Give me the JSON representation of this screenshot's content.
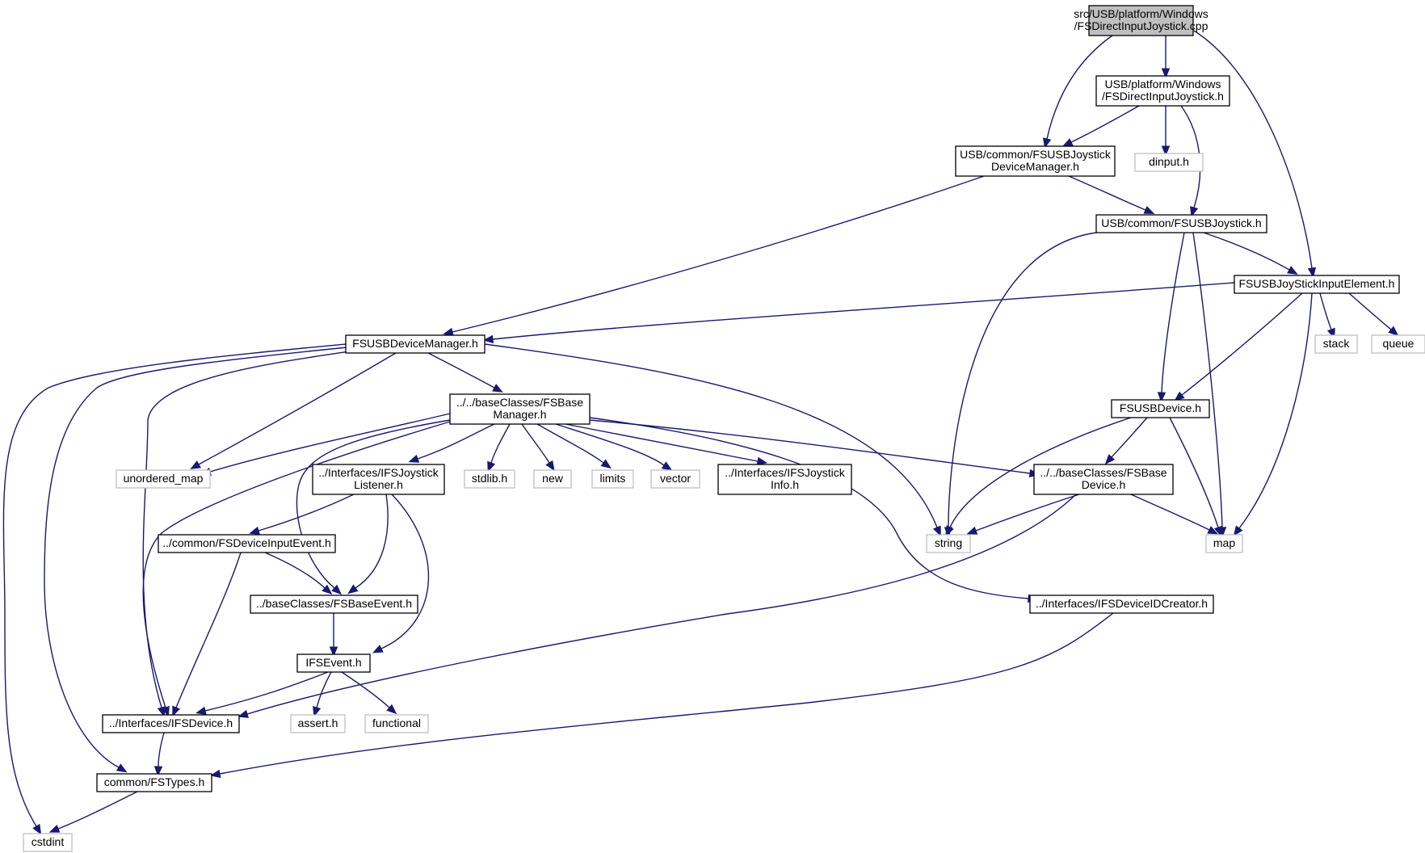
{
  "diagram": {
    "nodes": [
      {
        "id": "root",
        "kind": "root",
        "lines": [
          "src/USB/platform/Windows",
          "/FSDirectInputJoystick.cpp"
        ]
      },
      {
        "id": "dijh",
        "kind": "internal",
        "lines": [
          "USB/platform/Windows",
          "/FSDirectInputJoystick.h"
        ]
      },
      {
        "id": "jdm",
        "kind": "internal",
        "lines": [
          "USB/common/FSUSBJoystick",
          "DeviceManager.h"
        ]
      },
      {
        "id": "dinput",
        "kind": "external",
        "lines": [
          "dinput.h"
        ]
      },
      {
        "id": "usbj",
        "kind": "internal",
        "lines": [
          "USB/common/FSUSBJoystick.h"
        ]
      },
      {
        "id": "jie",
        "kind": "internal",
        "lines": [
          "FSUSBJoyStickInputElement.h"
        ]
      },
      {
        "id": "udm",
        "kind": "internal",
        "lines": [
          "FSUSBDeviceManager.h"
        ]
      },
      {
        "id": "stack",
        "kind": "external",
        "lines": [
          "stack"
        ]
      },
      {
        "id": "queue",
        "kind": "external",
        "lines": [
          "queue"
        ]
      },
      {
        "id": "bm",
        "kind": "internal",
        "lines": [
          "../../baseClasses/FSBase",
          "Manager.h"
        ]
      },
      {
        "id": "usbd",
        "kind": "internal",
        "lines": [
          "FSUSBDevice.h"
        ]
      },
      {
        "id": "umap",
        "kind": "external",
        "lines": [
          "unordered_map"
        ]
      },
      {
        "id": "ijl",
        "kind": "internal",
        "lines": [
          "../Interfaces/IFSJoystick",
          "Listener.h"
        ]
      },
      {
        "id": "stdlib",
        "kind": "external",
        "lines": [
          "stdlib.h"
        ]
      },
      {
        "id": "new",
        "kind": "external",
        "lines": [
          "new"
        ]
      },
      {
        "id": "limits",
        "kind": "external",
        "lines": [
          "limits"
        ]
      },
      {
        "id": "vector",
        "kind": "external",
        "lines": [
          "vector"
        ]
      },
      {
        "id": "iji",
        "kind": "internal",
        "lines": [
          "../Interfaces/IFSJoystick",
          "Info.h"
        ]
      },
      {
        "id": "bd",
        "kind": "internal",
        "lines": [
          "../../baseClasses/FSBase",
          "Device.h"
        ]
      },
      {
        "id": "die",
        "kind": "internal",
        "lines": [
          "../common/FSDeviceInputEvent.h"
        ]
      },
      {
        "id": "string",
        "kind": "external",
        "lines": [
          "string"
        ]
      },
      {
        "id": "map",
        "kind": "external",
        "lines": [
          "map"
        ]
      },
      {
        "id": "be",
        "kind": "internal",
        "lines": [
          "../baseClasses/FSBaseEvent.h"
        ]
      },
      {
        "id": "idc",
        "kind": "internal",
        "lines": [
          "../Interfaces/IFSDeviceIDCreator.h"
        ]
      },
      {
        "id": "ifse",
        "kind": "internal",
        "lines": [
          "IFSEvent.h"
        ]
      },
      {
        "id": "ifsd",
        "kind": "internal",
        "lines": [
          "../Interfaces/IFSDevice.h"
        ]
      },
      {
        "id": "assert",
        "kind": "external",
        "lines": [
          "assert.h"
        ]
      },
      {
        "id": "functional",
        "kind": "external",
        "lines": [
          "functional"
        ]
      },
      {
        "id": "types",
        "kind": "internal",
        "lines": [
          "common/FSTypes.h"
        ]
      },
      {
        "id": "cstdint",
        "kind": "external",
        "lines": [
          "cstdint"
        ]
      }
    ],
    "edges": [
      {
        "from": "root",
        "to": "dijh"
      },
      {
        "from": "root",
        "to": "jdm"
      },
      {
        "from": "root",
        "to": "jie"
      },
      {
        "from": "dijh",
        "to": "jdm"
      },
      {
        "from": "dijh",
        "to": "dinput"
      },
      {
        "from": "dijh",
        "to": "usbj"
      },
      {
        "from": "jdm",
        "to": "usbj"
      },
      {
        "from": "jdm",
        "to": "udm"
      },
      {
        "from": "usbj",
        "to": "jie"
      },
      {
        "from": "usbj",
        "to": "string"
      },
      {
        "from": "usbj",
        "to": "usbd"
      },
      {
        "from": "usbj",
        "to": "map"
      },
      {
        "from": "jie",
        "to": "udm"
      },
      {
        "from": "jie",
        "to": "stack"
      },
      {
        "from": "jie",
        "to": "queue"
      },
      {
        "from": "jie",
        "to": "usbd"
      },
      {
        "from": "jie",
        "to": "map"
      },
      {
        "from": "udm",
        "to": "bm"
      },
      {
        "from": "udm",
        "to": "umap"
      },
      {
        "from": "udm",
        "to": "string"
      },
      {
        "from": "udm",
        "to": "ifsd"
      },
      {
        "from": "udm",
        "to": "types"
      },
      {
        "from": "udm",
        "to": "cstdint"
      },
      {
        "from": "bm",
        "to": "umap"
      },
      {
        "from": "bm",
        "to": "ijl"
      },
      {
        "from": "bm",
        "to": "stdlib"
      },
      {
        "from": "bm",
        "to": "new"
      },
      {
        "from": "bm",
        "to": "limits"
      },
      {
        "from": "bm",
        "to": "vector"
      },
      {
        "from": "bm",
        "to": "iji"
      },
      {
        "from": "bm",
        "to": "bd"
      },
      {
        "from": "bm",
        "to": "idc"
      },
      {
        "from": "bm",
        "to": "be"
      },
      {
        "from": "bm",
        "to": "ifsd"
      },
      {
        "from": "usbd",
        "to": "bd"
      },
      {
        "from": "usbd",
        "to": "string"
      },
      {
        "from": "usbd",
        "to": "map"
      },
      {
        "from": "ijl",
        "to": "die"
      },
      {
        "from": "ijl",
        "to": "be"
      },
      {
        "from": "ijl",
        "to": "ifse"
      },
      {
        "from": "bd",
        "to": "string"
      },
      {
        "from": "bd",
        "to": "map"
      },
      {
        "from": "bd",
        "to": "ifsd"
      },
      {
        "from": "die",
        "to": "be"
      },
      {
        "from": "die",
        "to": "ifsd"
      },
      {
        "from": "be",
        "to": "ifse"
      },
      {
        "from": "idc",
        "to": "types"
      },
      {
        "from": "ifse",
        "to": "ifsd"
      },
      {
        "from": "ifse",
        "to": "assert"
      },
      {
        "from": "ifse",
        "to": "functional"
      },
      {
        "from": "ifsd",
        "to": "types"
      },
      {
        "from": "types",
        "to": "cstdint"
      }
    ]
  },
  "colors": {
    "edge": "#191970",
    "root_fill": "#bfbfbf",
    "internal_border": "#000000",
    "external_border": "#bfbfbf"
  }
}
